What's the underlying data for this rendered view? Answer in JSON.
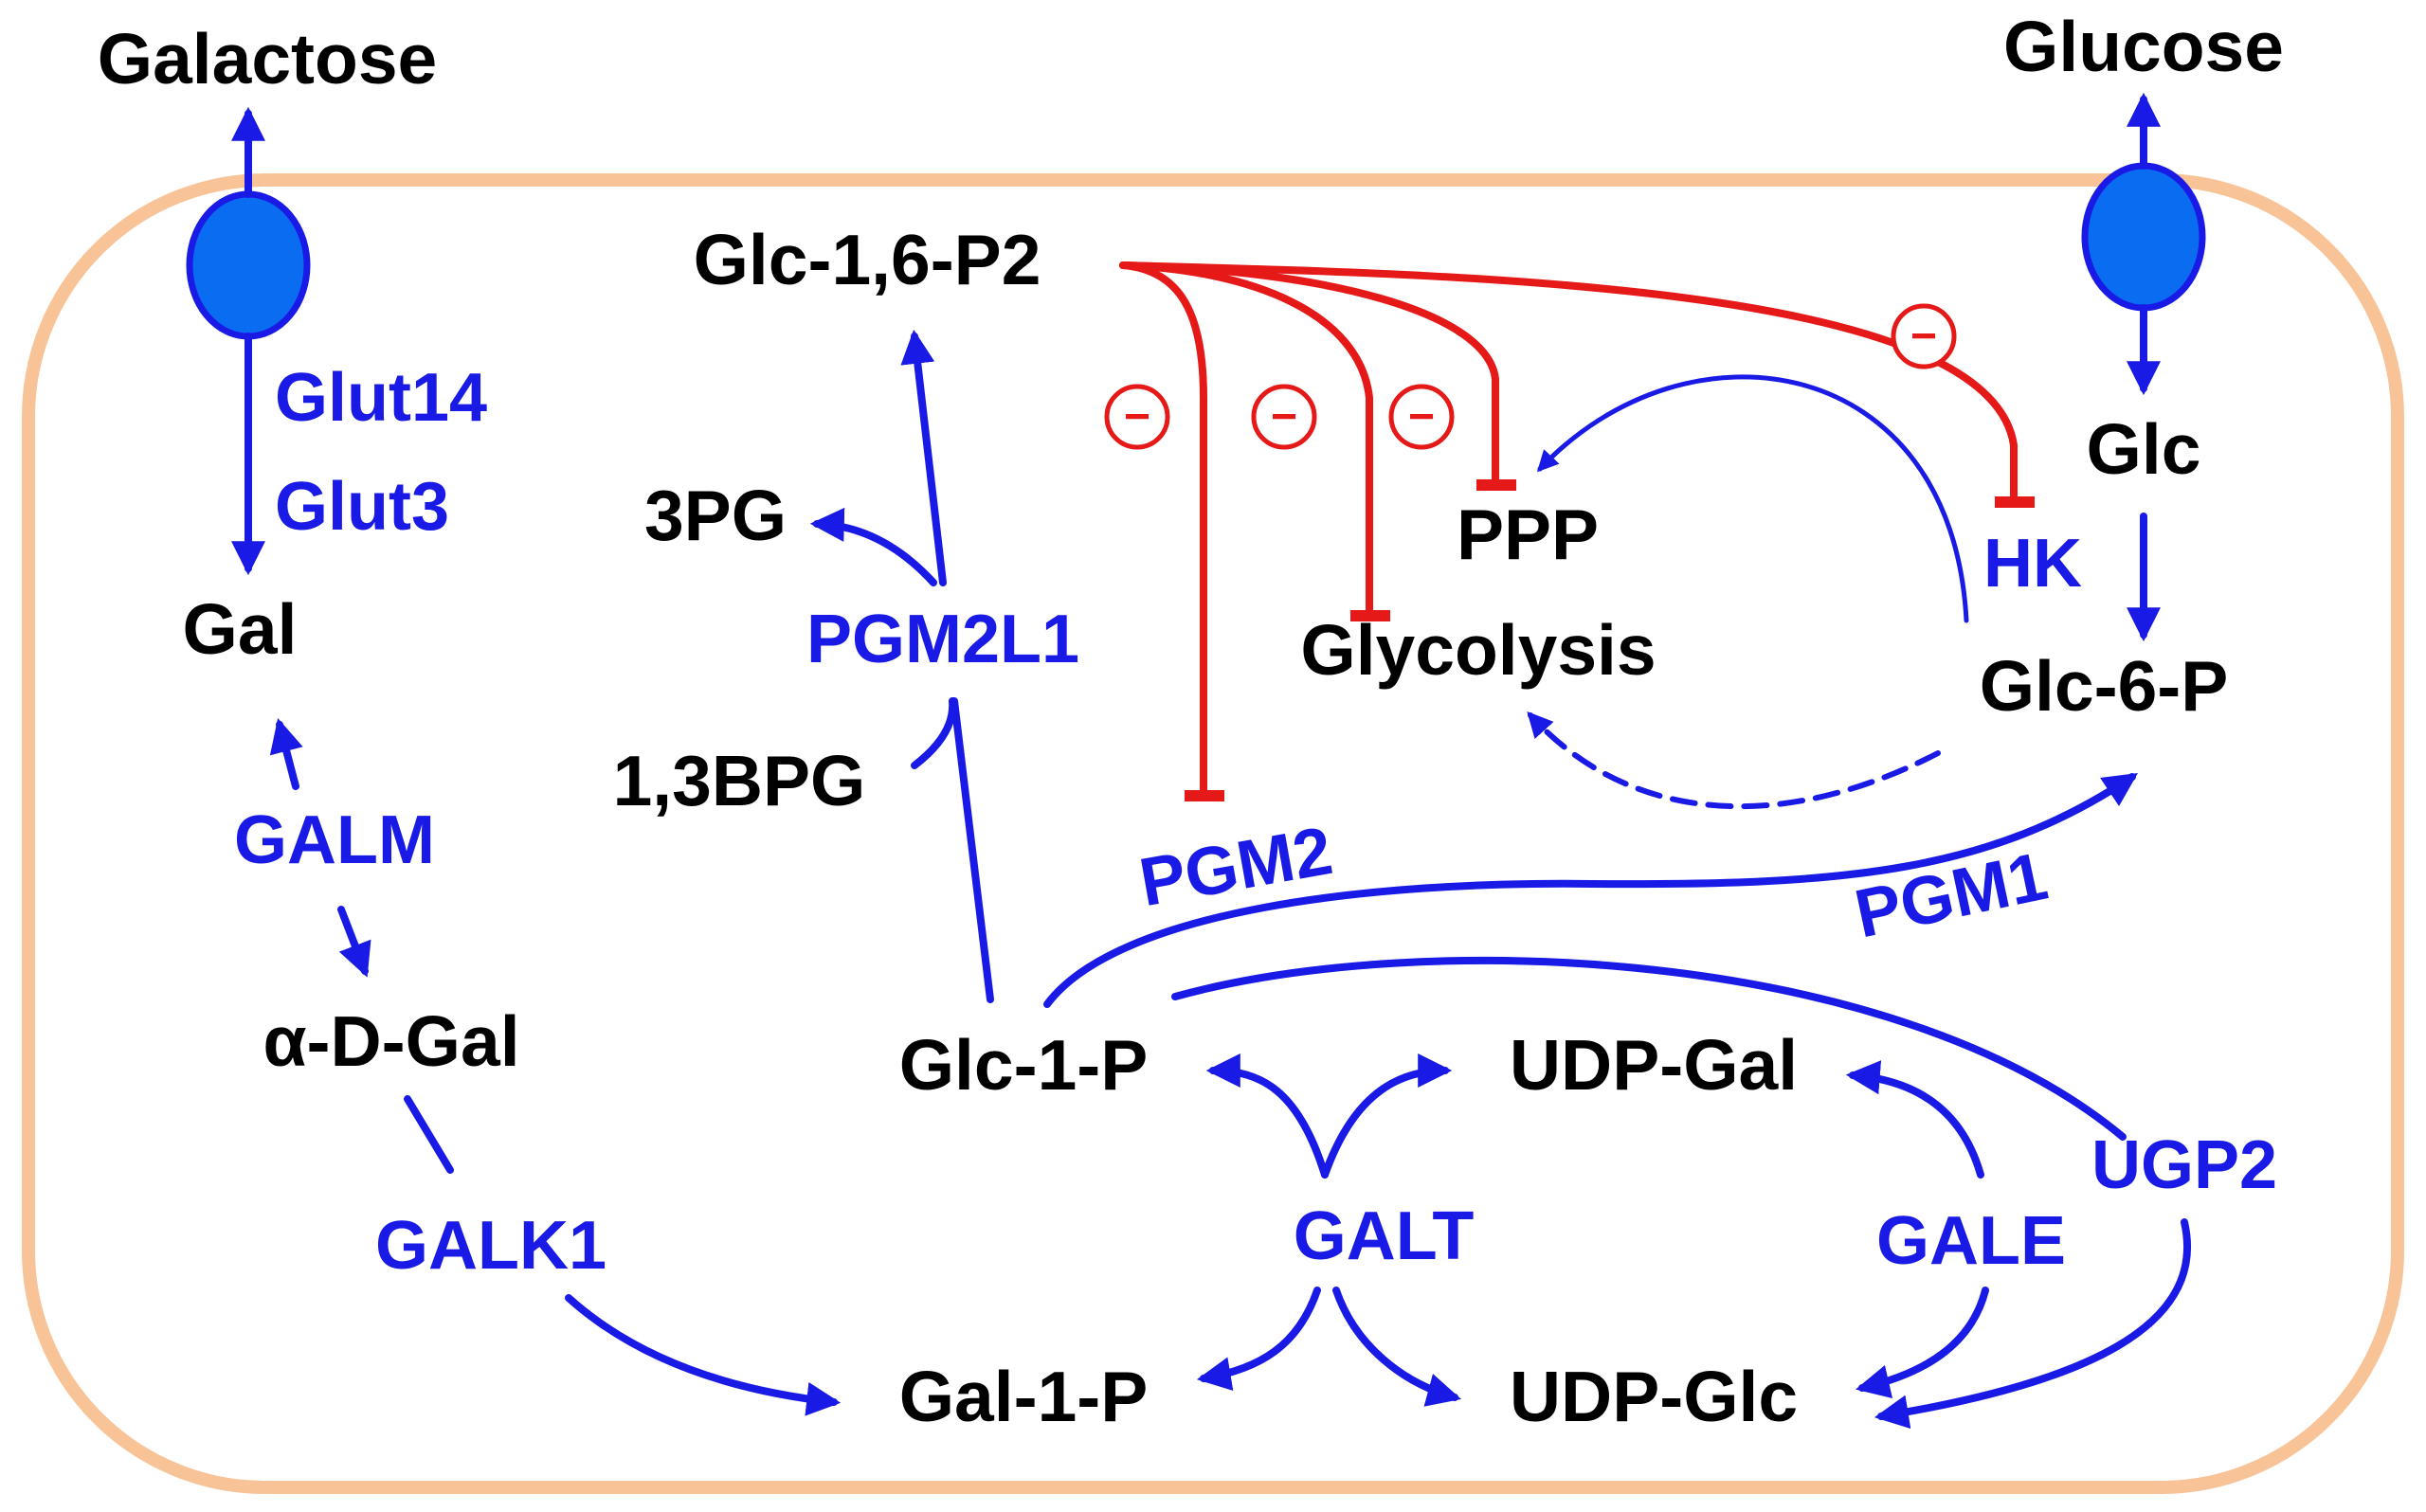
{
  "colors": {
    "cell_membrane": "#F8C497",
    "enzyme_text": "#1A1AE6",
    "metabolite_text": "#000000",
    "pathway_arrow": "#1A1AE6",
    "inhibition": "#E61919",
    "transporter_fill": "#0A6CF0",
    "transporter_stroke": "#1A1AE6"
  },
  "metabolites": {
    "galactose_ext": "Galactose",
    "glucose_ext": "Glucose",
    "gal": "Gal",
    "alpha_d_gal": "α-D-Gal",
    "gal_1_p": "Gal-1-P",
    "glc_1_p": "Glc-1-P",
    "glc_1_6_p2": "Glc-1,6-P2",
    "three_pg": "3PG",
    "one_three_bpg": "1,3BPG",
    "ppp": "PPP",
    "glycolysis": "Glycolysis",
    "glc": "Glc",
    "glc_6_p": "Glc-6-P",
    "udp_gal": "UDP-Gal",
    "udp_glc": "UDP-Glc"
  },
  "enzymes": {
    "glut14": "Glut14",
    "glut3": "Glut3",
    "galm": "GALM",
    "galk1": "GALK1",
    "pgm2l1": "PGM2L1",
    "pgm2": "PGM2",
    "pgm1": "PGM1",
    "hk": "HK",
    "galt": "GALT",
    "gale": "GALE",
    "ugp2": "UGP2"
  },
  "inhibition_symbol": "−"
}
